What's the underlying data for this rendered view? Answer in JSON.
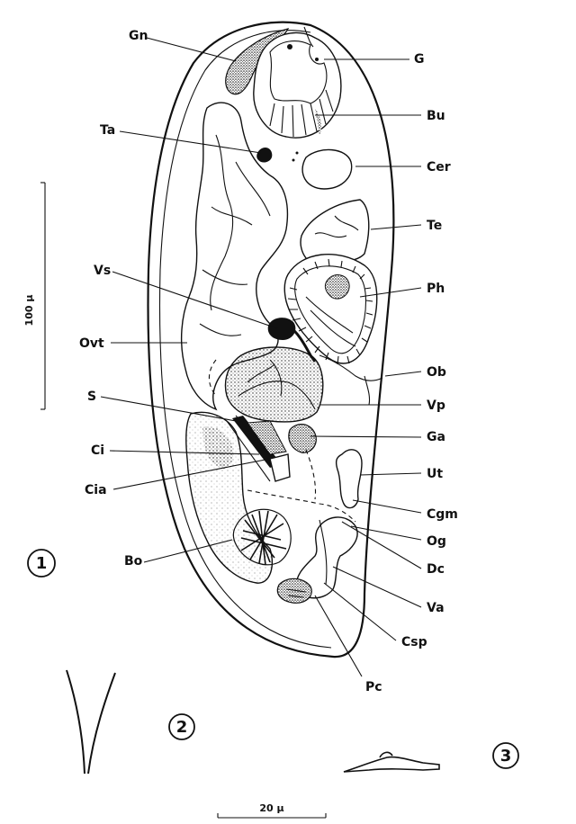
{
  "labels": {
    "gn": "Gn",
    "g": "G",
    "bu": "Bu",
    "ta": "Ta",
    "cer": "Cer",
    "te": "Te",
    "ph": "Ph",
    "vs": "Vs",
    "ovt": "Ovt",
    "ob": "Ob",
    "s": "S",
    "vp": "Vp",
    "ci": "Ci",
    "ga": "Ga",
    "cia": "Cia",
    "ut": "Ut",
    "cgm": "Cgm",
    "og": "Og",
    "bo": "Bo",
    "dc": "Dc",
    "va": "Va",
    "csp": "Csp",
    "pc": "Pc"
  },
  "scale_bars": {
    "main": "100 µ",
    "detail": "20 µ"
  },
  "figure_numbers": {
    "fig1": "1",
    "fig2": "2",
    "fig3": "3"
  }
}
